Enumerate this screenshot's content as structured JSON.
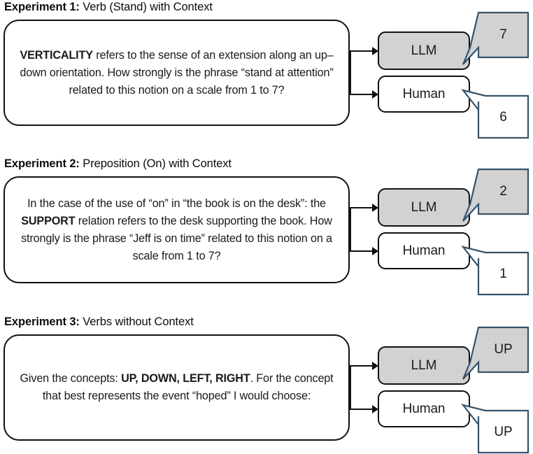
{
  "figure": {
    "kind": "experiment-pipeline-diagram",
    "colors": {
      "box_border": "#111111",
      "llm_fill": "#d2d2d2",
      "human_fill": "#ffffff",
      "callout_border": "#35536b",
      "callout_llm_fill": "#d2d2d2",
      "callout_human_fill": "#ffffff",
      "text": "#1a1a1a"
    }
  },
  "experiments": [
    {
      "label": "Experiment 1:",
      "description": " Verb (Stand) with Context",
      "prompt_html": "<b>VERTICALITY</b> refers to the sense of an extension along an up–down orientation. How strongly is the phrase “stand at attention” related to this notion on a scale from 1 to 7?",
      "prompt_plain": "VERTICALITY refers to the sense of an extension along an up–down orientation. How strongly is the phrase “stand at attention” related to this notion on a scale from 1 to 7?",
      "llm": {
        "label": "LLM",
        "response": "7"
      },
      "human": {
        "label": "Human",
        "response": "6"
      }
    },
    {
      "label": "Experiment 2:",
      "description": " Preposition (On) with Context",
      "prompt_html": "In the case of the use of  “on” in “the book is on the desk”: the <b>SUPPORT</b> relation refers to the desk supporting the book. How strongly is the phrase “Jeff is on time” related to this notion on a scale from 1 to 7?",
      "prompt_plain": "In the case of the use of “on” in “the book is on the desk”: the SUPPORT relation refers to the desk supporting the book. How strongly is the phrase “Jeff is on time” related to this notion on a scale from 1 to 7?",
      "llm": {
        "label": "LLM",
        "response": "2"
      },
      "human": {
        "label": "Human",
        "response": "1"
      }
    },
    {
      "label": "Experiment 3:",
      "description": " Verbs without Context",
      "prompt_html": "Given the concepts: <b>UP, DOWN, LEFT, RIGHT</b>. For the concept that best represents the event “hoped” I would choose:",
      "prompt_plain": "Given the concepts: UP, DOWN, LEFT, RIGHT. For the concept that best represents the event “hoped” I would choose:",
      "llm": {
        "label": "LLM",
        "response": "UP"
      },
      "human": {
        "label": "Human",
        "response": "UP"
      }
    }
  ]
}
